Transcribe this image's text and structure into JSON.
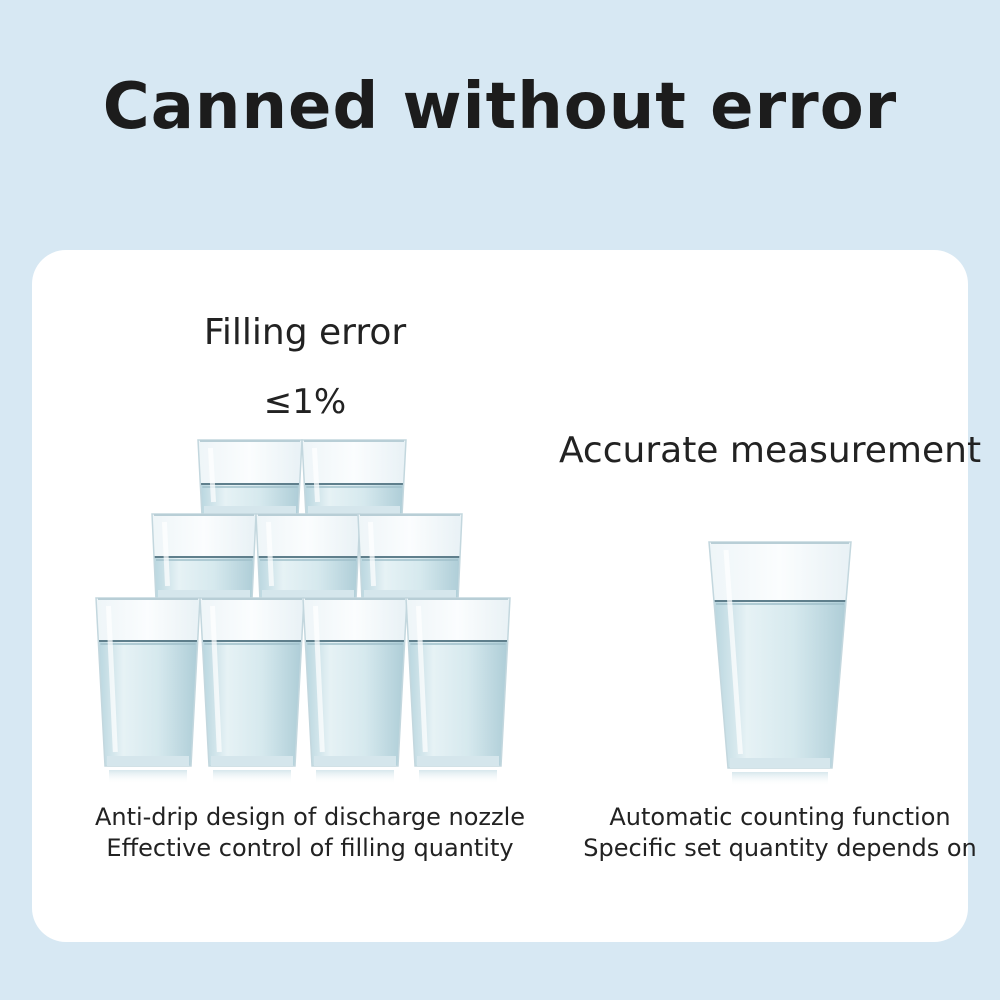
{
  "title": "Canned without error",
  "left_panel": {
    "label": "Filling error",
    "value": "≤1%",
    "caption_line1": "Anti-drip design of discharge nozzle",
    "caption_line2": "Effective control of filling quantity"
  },
  "right_panel": {
    "label": "Accurate measurement",
    "caption_line1": "Automatic counting function",
    "caption_line2": "Specific set quantity depends on"
  },
  "colors": {
    "background": "#d7e8f3",
    "card": "#ffffff",
    "water": "#c9e2ea",
    "waterline": "#5f7f8c",
    "text": "#222222"
  }
}
